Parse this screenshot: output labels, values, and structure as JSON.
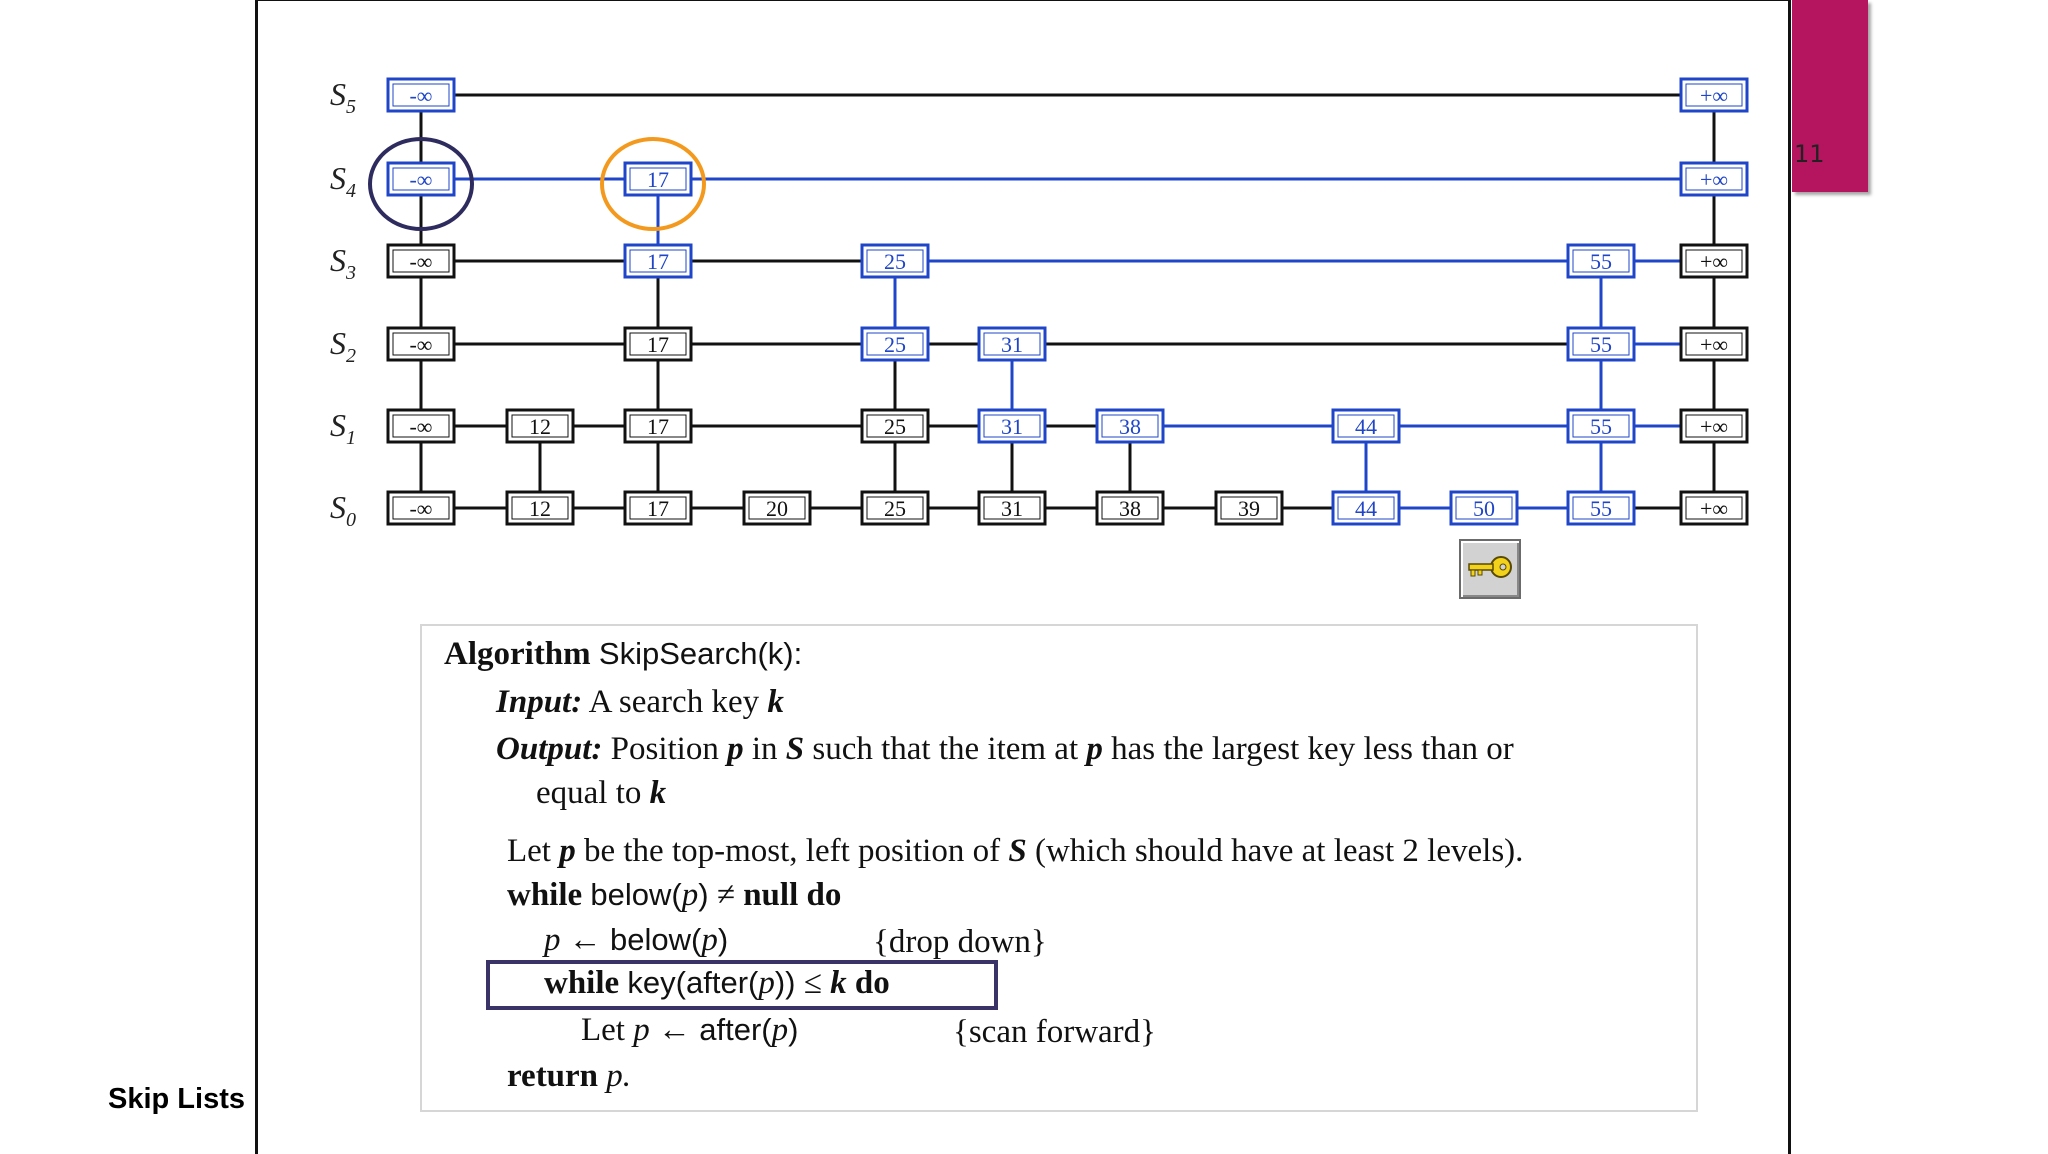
{
  "slide": {
    "number": "11",
    "footer": "Skip Lists",
    "accent_color": "#b5155f"
  },
  "skiplist": {
    "level_labels": [
      "S5",
      "S4",
      "S3",
      "S2",
      "S1",
      "S0"
    ],
    "columns": [
      "-∞",
      "12",
      "17",
      "20",
      "25",
      "31",
      "38",
      "39",
      "44",
      "50",
      "55",
      "+∞"
    ],
    "levels": [
      {
        "name": "S5",
        "keys": [
          "-∞",
          "+∞"
        ]
      },
      {
        "name": "S4",
        "keys": [
          "-∞",
          "17",
          "+∞"
        ]
      },
      {
        "name": "S3",
        "keys": [
          "-∞",
          "17",
          "25",
          "55",
          "+∞"
        ]
      },
      {
        "name": "S2",
        "keys": [
          "-∞",
          "17",
          "25",
          "31",
          "55",
          "+∞"
        ]
      },
      {
        "name": "S1",
        "keys": [
          "-∞",
          "12",
          "17",
          "25",
          "31",
          "38",
          "44",
          "55",
          "+∞"
        ]
      },
      {
        "name": "S0",
        "keys": [
          "-∞",
          "12",
          "17",
          "20",
          "25",
          "31",
          "38",
          "39",
          "44",
          "50",
          "55",
          "+∞"
        ]
      }
    ],
    "highlight_color": "#1f45c8",
    "circle_colors": {
      "start": "#2e2b5e",
      "current": "#f39a1e"
    },
    "key_icon": "key-icon"
  },
  "algorithm": {
    "title_word": "Algorithm",
    "title_name": "SkipSearch",
    "title_args": "(k):",
    "input_label": "Input:",
    "input_text": "A search key",
    "input_var": "k",
    "output_label": "Output:",
    "output_text1": "Position",
    "output_var_p": "p",
    "output_text2": "in",
    "output_var_s": "S",
    "output_text3": "such that the item at",
    "output_var_p2": "p",
    "output_text4": "has the largest key less than or",
    "output_line2": "equal to",
    "output_var_k": "k",
    "let_line_a": "Let",
    "let_var_p": "p",
    "let_line_b": "be the top-most, left position of",
    "let_var_s": "S",
    "let_line_c": "(which should have at least 2 levels).",
    "while1_kw": "while",
    "while1_fn": "below(",
    "while1_var": "p",
    "while1_close": ")",
    "while1_neq": "≠",
    "while1_null": "null",
    "while1_do": "do",
    "drop_var": "p",
    "drop_arrow": "←",
    "drop_fn": "below(",
    "drop_var2": "p",
    "drop_close": ")",
    "drop_comment": "{drop down}",
    "while2_kw": "while",
    "while2_fn": "key(after(",
    "while2_var": "p",
    "while2_close": "))",
    "while2_le": "≤",
    "while2_k": "k",
    "while2_do": "do",
    "scan_let": "Let",
    "scan_var": "p",
    "scan_arrow": "←",
    "scan_fn": "after(",
    "scan_var2": "p",
    "scan_close": ")",
    "scan_comment": "{scan forward}",
    "return_kw": "return",
    "return_var": "p."
  }
}
